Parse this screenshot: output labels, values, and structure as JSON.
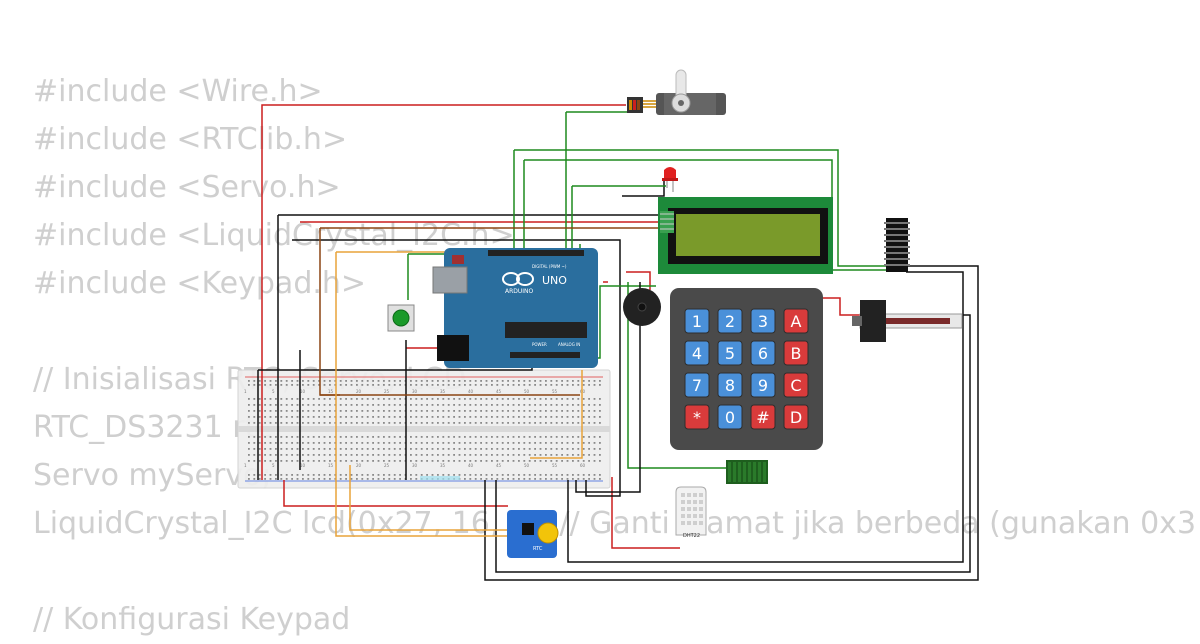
{
  "code_lines": [
    "#include <Wire.h>",
    "#include <RTClib.h>",
    "#include <Servo.h>",
    "#include <LiquidCrystal_I2C.h>",
    "#include <Keypad.h>",
    "",
    "// Inisialisasi RTC, Servo, LCD",
    "RTC_DS3231 rtc;",
    "Servo myServo;",
    "LiquidCrystal_I2C lcd(0x27, 16, 2); // Ganti alamat jika berbeda (gunakan 0x3",
    "",
    "// Konfigurasi Keypad"
  ],
  "arduino": {
    "brand": "ARDUINO",
    "model": "UNO",
    "digital_label": "DIGITAL (PWM ~)",
    "power_label": "POWER",
    "analog_label": "ANALOG IN"
  },
  "keypad": {
    "keys": [
      "1",
      "2",
      "3",
      "A",
      "4",
      "5",
      "6",
      "B",
      "7",
      "8",
      "9",
      "C",
      "*",
      "0",
      "#",
      "D"
    ]
  },
  "dht": {
    "label": "DHT22"
  },
  "rtc_module": {
    "label": "RTC"
  },
  "breadboard": {
    "numbers": [
      "1",
      "5",
      "10",
      "15",
      "20",
      "25",
      "30",
      "35",
      "40",
      "45",
      "50",
      "55",
      "60"
    ]
  },
  "colors": {
    "wire_red": "#cc1f1f",
    "wire_green": "#1e8a1e",
    "wire_black": "#111111",
    "wire_brown": "#8b4513",
    "wire_orange": "#e8a33a",
    "arduino_blue": "#2a6e9e",
    "lcd_green": "#1d8a3a",
    "lcd_screen": "#7a9a2a",
    "keypad_body": "#4a4a4a",
    "key_blue": "#4a90d9",
    "key_red": "#d93b3b"
  }
}
